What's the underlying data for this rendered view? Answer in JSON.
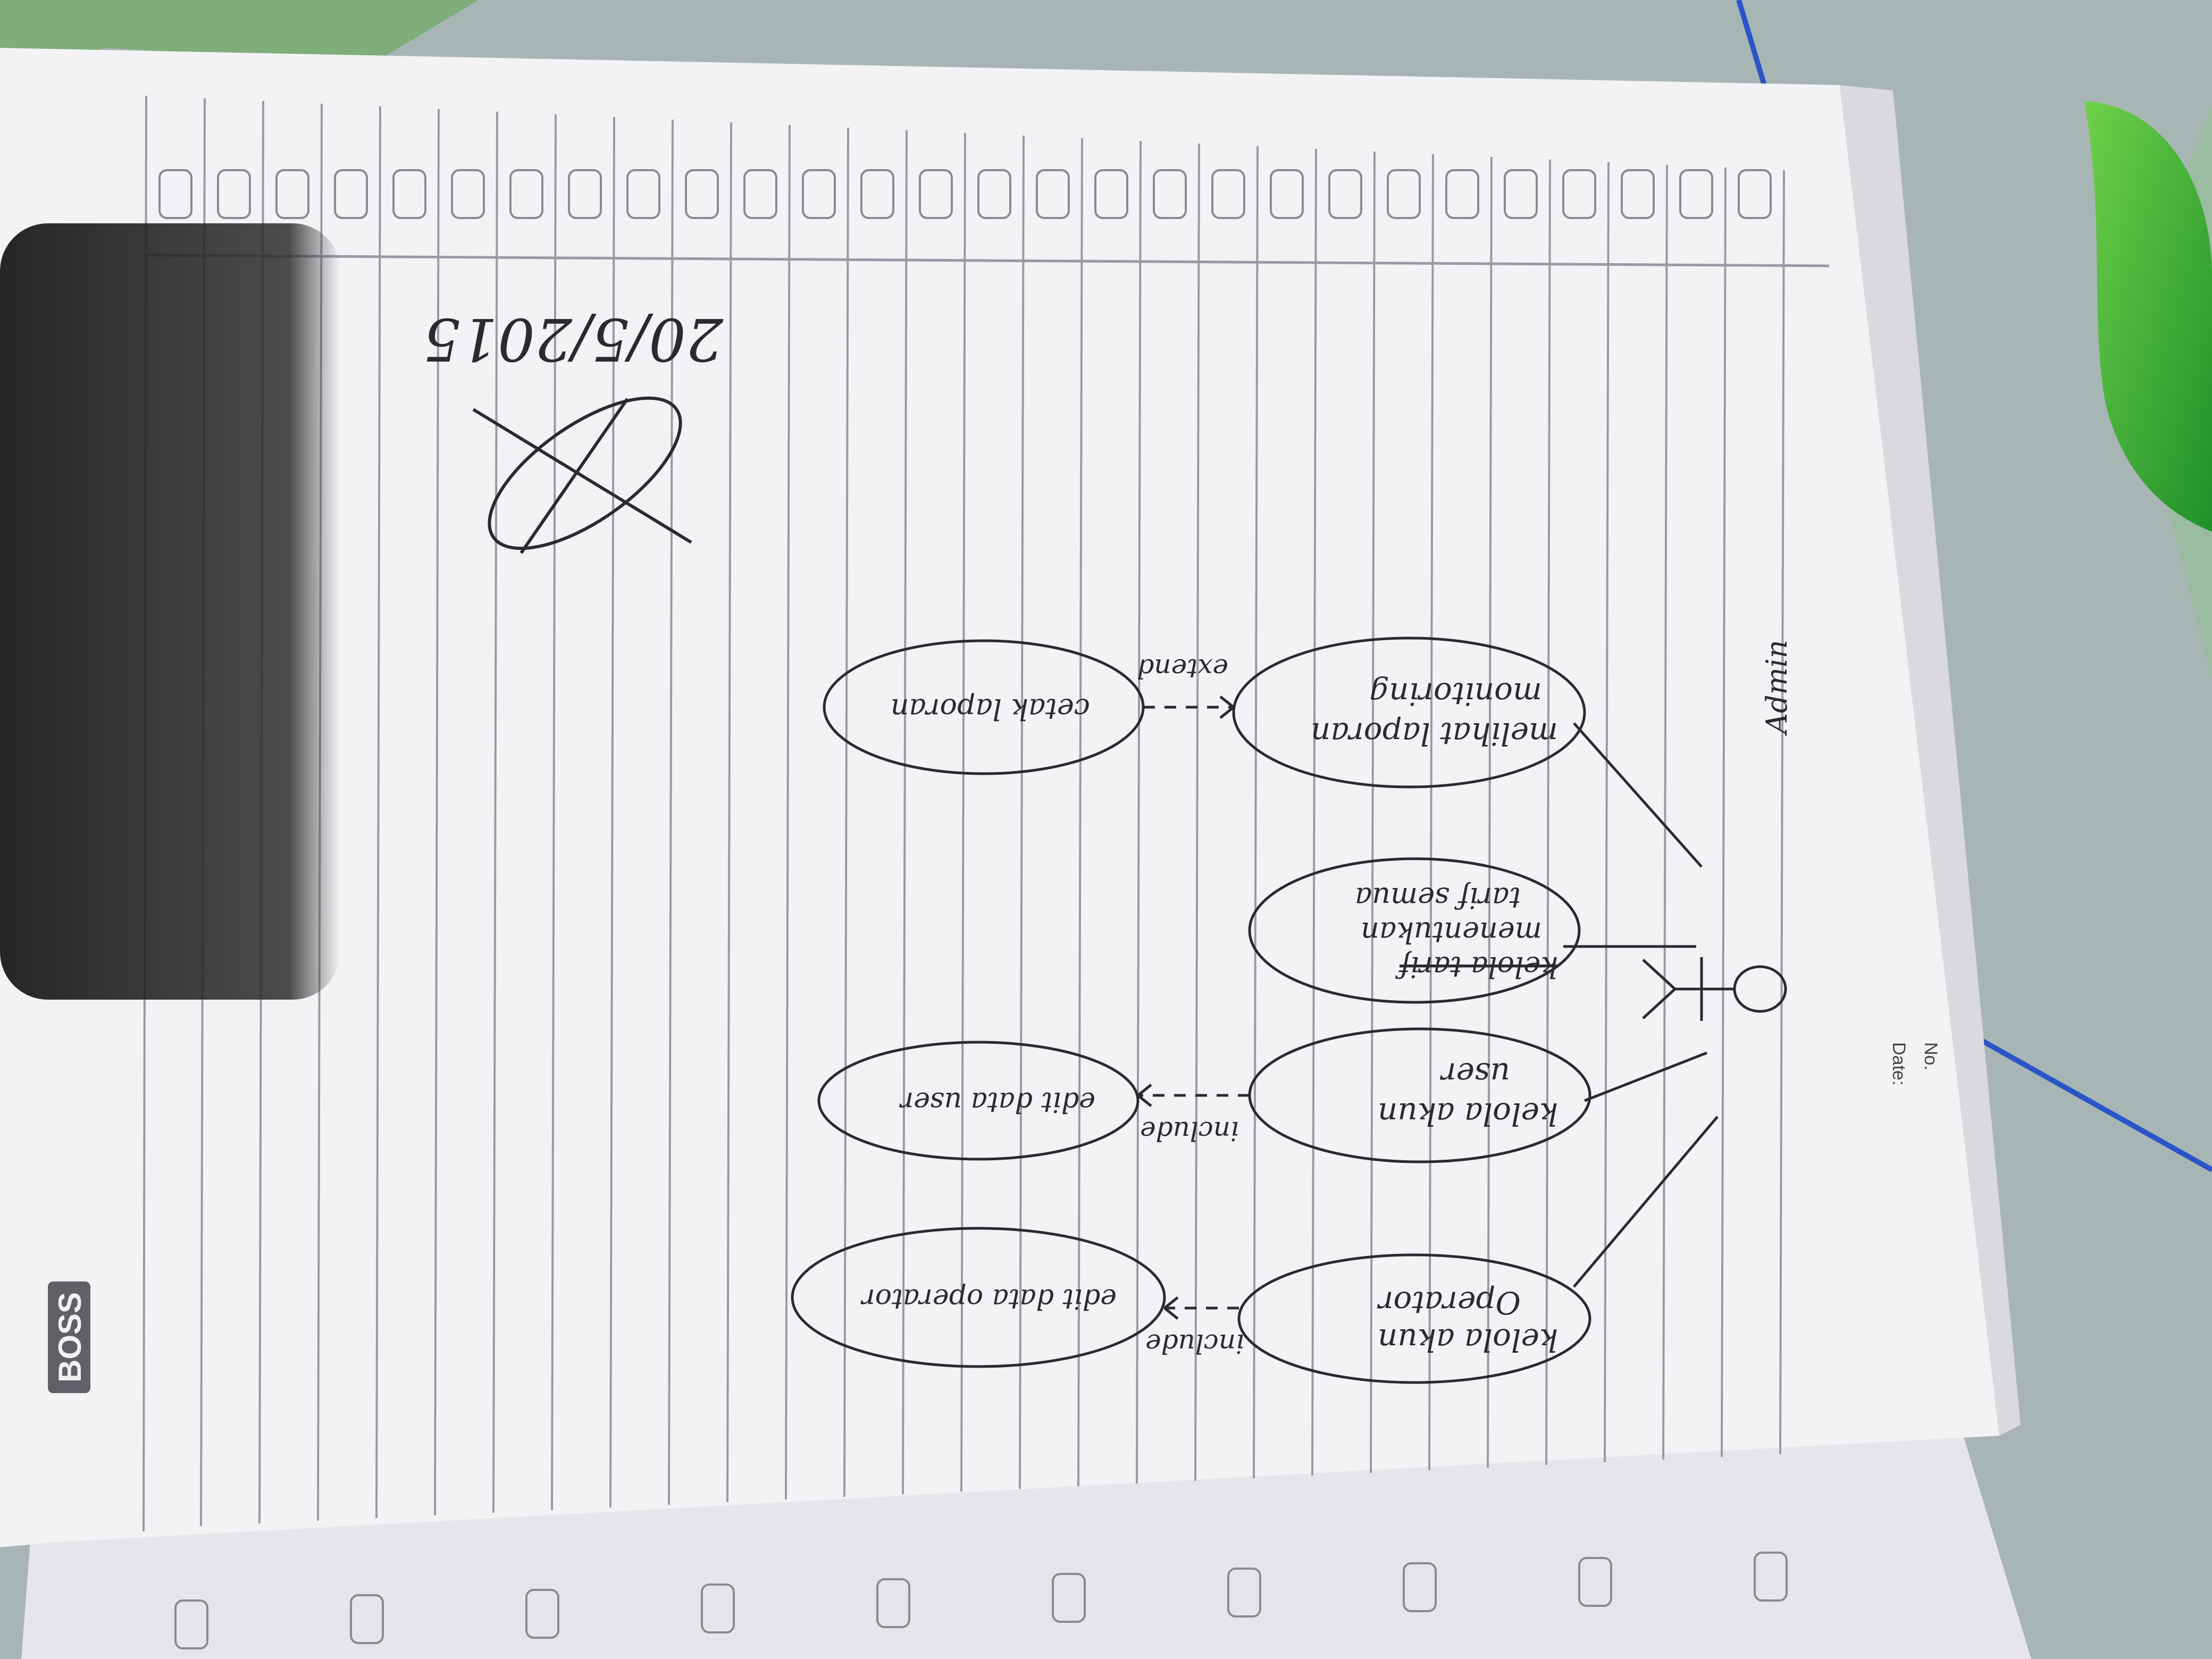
{
  "notebook": {
    "brand": "BOSS",
    "header_no_label": "No.",
    "header_date_label": "Date:"
  },
  "diagram": {
    "actor_label": "Admin",
    "use_cases": {
      "kelola_operator": [
        "kelola akun",
        "Operator"
      ],
      "kelola_user": [
        "kelola akun",
        "user"
      ],
      "tarif": [
        "kelola tarif",
        "menentukan",
        "tarif semua"
      ],
      "laporan": [
        "melihat laporan",
        "monitoring"
      ],
      "edit_operator": [
        "edit data operator"
      ],
      "edit_user": [
        "edit data user"
      ],
      "cetak_laporan": [
        "cetak laporan"
      ]
    },
    "relations": {
      "include_1": "include",
      "include_2": "include",
      "extend": "extend"
    }
  },
  "signature": {
    "date": "20/5/2015"
  },
  "colors": {
    "paper": "#f3f3f5",
    "ruling": "#9a9aa6",
    "ink": "#2a2a33",
    "tablecloth": "#a7b6b4",
    "leaf": "#3aa83a",
    "shadow": "#2b2b2e"
  }
}
